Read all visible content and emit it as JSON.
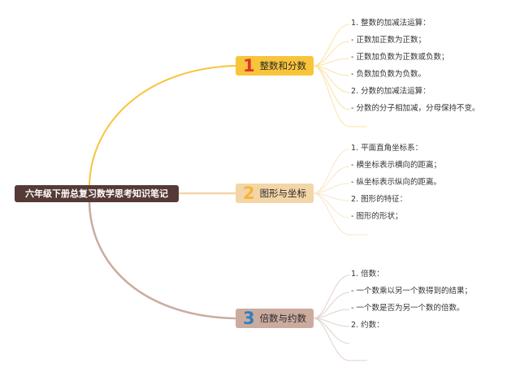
{
  "root": {
    "title": "六年级下册总复习数学思考知识笔记"
  },
  "branches": [
    {
      "num": "1",
      "label": "整数和分数",
      "leaves": [
        "1. 整数的加减法运算：",
        "- 正数加正数为正数；",
        "- 正数加负数为正数或负数；",
        "- 负数加负数为负数。",
        "2. 分数的加减法运算：",
        "- 分数的分子相加减，分母保持不变。"
      ]
    },
    {
      "num": "2",
      "label": "图形与坐标",
      "leaves": [
        "1. 平面直角坐标系：",
        "- 横坐标表示横向的距离；",
        "- 纵坐标表示纵向的距离。",
        "2. 图形的特征：",
        "- 图形的形状；"
      ]
    },
    {
      "num": "3",
      "label": "倍数与约数",
      "leaves": [
        "1. 倍数：",
        "- 一个数乘以另一个数得到的结果；",
        "- 一个数是否为另一个数的倍数。",
        "2. 约数："
      ]
    }
  ],
  "colors": {
    "root_bg": "#553a35",
    "branch1": "#f8c43a",
    "branch2": "#f4d5a6",
    "branch3": "#ccab9f"
  }
}
